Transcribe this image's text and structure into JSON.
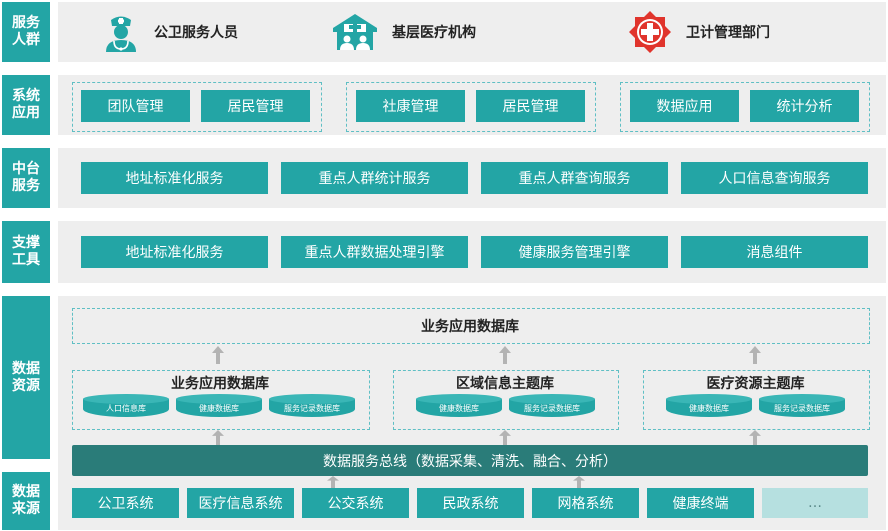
{
  "rows": {
    "users": "服务人群",
    "apps": "系统应用",
    "middle": "中台服务",
    "tools": "支撑工具",
    "data": "数据资源",
    "source": "数据来源"
  },
  "roles": [
    "公卫服务人员",
    "基层医疗机构",
    "卫计管理部门"
  ],
  "apps": [
    [
      "团队管理",
      "居民管理"
    ],
    [
      "社康管理",
      "居民管理"
    ],
    [
      "数据应用",
      "统计分析"
    ]
  ],
  "middle": [
    "地址标准化服务",
    "重点人群统计服务",
    "重点人群查询服务",
    "人口信息查询服务"
  ],
  "tools": [
    "地址标准化服务",
    "重点人群数据处理引擎",
    "健康服务管理引擎",
    "消息组件"
  ],
  "data": {
    "top": "业务应用数据库",
    "groups": [
      {
        "title": "业务应用数据库",
        "dbs": [
          "人口信息库",
          "健康数据库",
          "服务记录数据库"
        ]
      },
      {
        "title": "区域信息主题库",
        "dbs": [
          "健康数据库",
          "服务记录数据库"
        ]
      },
      {
        "title": "医疗资源主题库",
        "dbs": [
          "健康数据库",
          "服务记录数据库"
        ]
      }
    ],
    "bus": "数据服务总线（数据采集、清洗、融合、分析）"
  },
  "sources": [
    "公卫系统",
    "医疗信息系统",
    "公交系统",
    "民政系统",
    "网格系统",
    "健康终端",
    "…"
  ],
  "colors": {
    "teal": "#23a5a5",
    "dark_teal": "#2a7c79",
    "red": "#e0342c"
  },
  "icons": [
    "nurse-icon",
    "hospital-building-icon",
    "red-cross-icon",
    "up-arrow-icon"
  ]
}
